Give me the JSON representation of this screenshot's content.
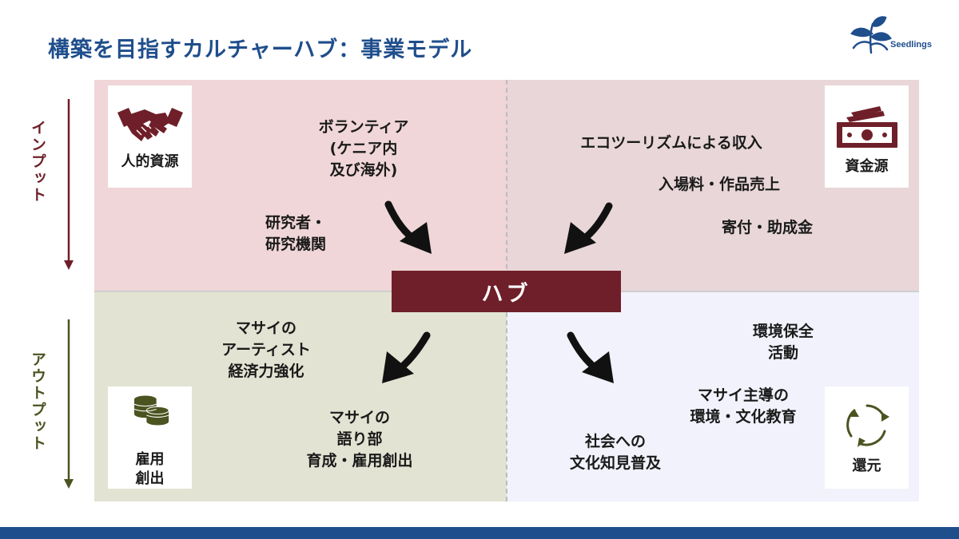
{
  "title": "構築を目指すカルチャーハブ：事業モデル",
  "logo": {
    "text": "Seedlings",
    "icon": "seedling-leaf-icon"
  },
  "side_labels": {
    "input": "インプット",
    "output": "アウトプット"
  },
  "hub": {
    "label": "ハブ"
  },
  "quadrants": {
    "input_human": {
      "card_label": "人的資源",
      "icon": "handshake-icon",
      "items": [
        "ボランティア\n(ケニア内\n及び海外)",
        "研究者・\n研究機関"
      ]
    },
    "input_funds": {
      "card_label": "資金源",
      "icon": "money-icon",
      "items": [
        "エコツーリズムによる収入",
        "入場料・作品売上",
        "寄付・助成金"
      ]
    },
    "output_employment": {
      "card_label": "雇用\n創出",
      "icon": "coins-icon",
      "items": [
        "マサイの\nアーティスト\n経済力強化",
        "マサイの\n語り部\n育成・雇用創出"
      ]
    },
    "output_return": {
      "card_label": "還元",
      "icon": "recycle-arrows-icon",
      "items": [
        "環境保全\n活動",
        "マサイ主導の\n環境・文化教育",
        "社会への\n文化知見普及"
      ]
    }
  },
  "colors": {
    "title": "#1f4e8c",
    "hub": "#6f1f29",
    "input_axis": "#6f1f29",
    "output_axis": "#4b5320",
    "bottom_bar": "#1f4e8c"
  }
}
